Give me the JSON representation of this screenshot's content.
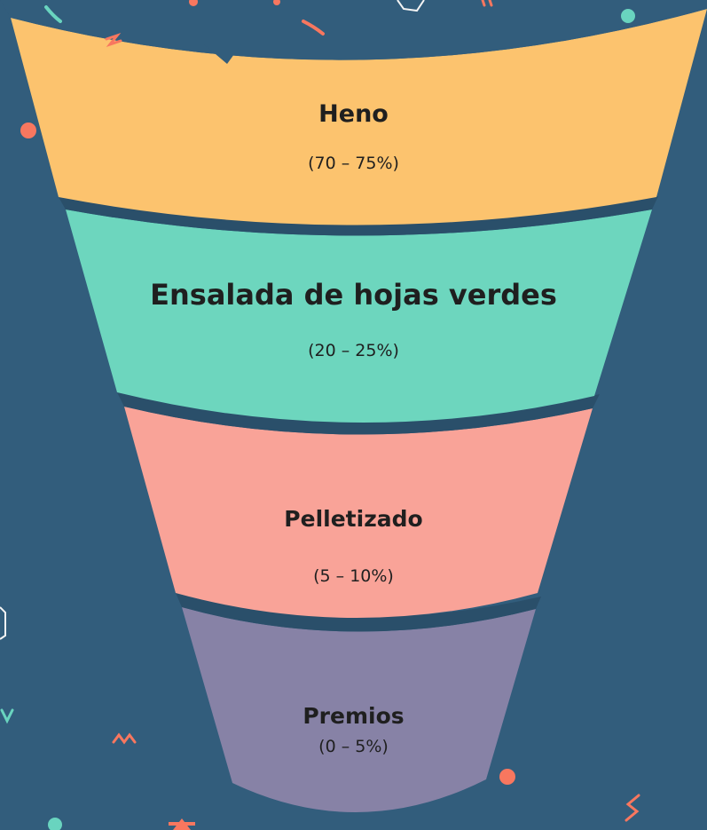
{
  "colors": {
    "background": "#325d7c",
    "hay": "#fcc36e",
    "greens": "#6dd6be",
    "pellets": "#f9a398",
    "treats": "#8782a6",
    "confetti_teal": "#69d4bf",
    "confetti_coral": "#f8775f",
    "confetti_white": "#f4f4f4"
  },
  "funnel": {
    "levels": [
      {
        "name": "Heno",
        "range": "(70 – 75%)"
      },
      {
        "name": "Ensalada de hojas verdes",
        "range": "(20 – 25%)"
      },
      {
        "name": "Pelletizado",
        "range": "(5 – 10%)"
      },
      {
        "name": "Premios",
        "range": "(0 – 5%)"
      }
    ]
  }
}
